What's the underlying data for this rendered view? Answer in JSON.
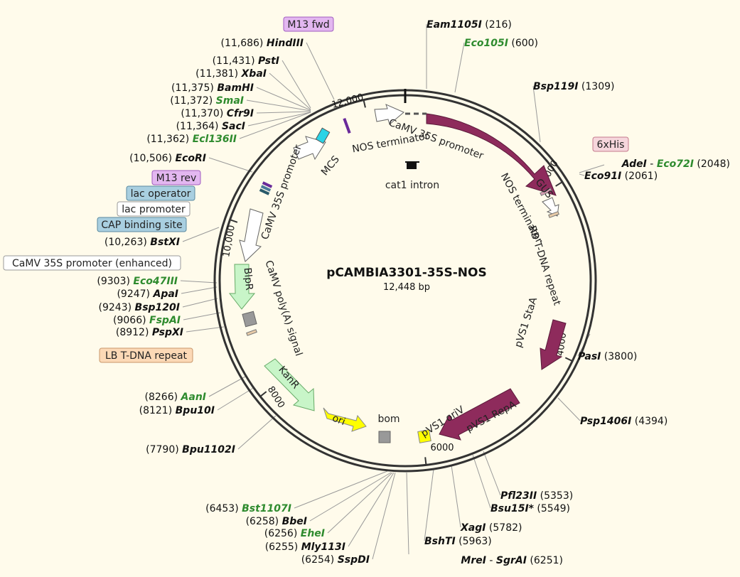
{
  "title": "pCAMBIA3301-35S-NOS",
  "subtitle": "12,448 bp",
  "total_bp": 12448,
  "colors": {
    "background": "#fffbeb",
    "maroon": "#8e2b5c",
    "green": "#2e8b2e",
    "yellow": "#ffff00",
    "mint": "#c8f5c8",
    "grey": "#999999",
    "cyan": "#29d3e6"
  },
  "ticks": [
    {
      "bp": 2000,
      "label": "2000"
    },
    {
      "bp": 4000,
      "label": "4000"
    },
    {
      "bp": 6000,
      "label": "6000"
    },
    {
      "bp": 8000,
      "label": "8000"
    },
    {
      "bp": 10000,
      "label": "10,000"
    },
    {
      "bp": 12000,
      "label": "12,000"
    }
  ],
  "feature_labels": [
    {
      "text": "CaMV 35S promoter",
      "rotate": 20
    },
    {
      "text": "GUS",
      "rotate": 52
    },
    {
      "text": "NOS terminator",
      "rotate": 62
    },
    {
      "text": "RB T-DNA repeat",
      "rotate": 72
    },
    {
      "text": "pVS1 StaA",
      "rotate": -72
    },
    {
      "text": "pVS1 RepA",
      "rotate": -28
    },
    {
      "text": "pVS1 oriV",
      "rotate": -32
    },
    {
      "text": "bom",
      "rotate": 0
    },
    {
      "text": "ori",
      "rotate": 22
    },
    {
      "text": "KanR",
      "rotate": 50
    },
    {
      "text": "CaMV poly(A) signal",
      "rotate": 72
    },
    {
      "text": "BlpR",
      "rotate": 85
    },
    {
      "text": "CaMV 35S promoter",
      "rotate": -70
    },
    {
      "text": "MCS",
      "rotate": -50
    },
    {
      "text": "NOS terminator",
      "rotate": -10
    },
    {
      "text": "cat1 intron",
      "rotate": 0
    }
  ],
  "boxed_labels": [
    {
      "text": "M13 fwd",
      "style": "violet"
    },
    {
      "text": "6xHis",
      "style": "pink"
    },
    {
      "text": "M13 rev",
      "style": "violet"
    },
    {
      "text": "lac operator",
      "style": "steel"
    },
    {
      "text": "lac promoter",
      "style": "white"
    },
    {
      "text": "CAP binding site",
      "style": "steel"
    },
    {
      "text": "CaMV 35S promoter (enhanced)",
      "style": "white"
    },
    {
      "text": "LB T-DNA repeat",
      "style": "peach"
    }
  ],
  "enzyme_sites": [
    {
      "name": "HindIII",
      "pos": "(11,686)",
      "color": "black"
    },
    {
      "name": "PstI",
      "pos": "(11,431)",
      "color": "black"
    },
    {
      "name": "XbaI",
      "pos": "(11,381)",
      "color": "black"
    },
    {
      "name": "BamHI",
      "pos": "(11,375)",
      "color": "black"
    },
    {
      "name": "SmaI",
      "pos": "(11,372)",
      "color": "green"
    },
    {
      "name": "Cfr9I",
      "pos": "(11,370)",
      "color": "black"
    },
    {
      "name": "SacI",
      "pos": "(11,364)",
      "color": "black"
    },
    {
      "name": "Ecl136II",
      "pos": "(11,362)",
      "color": "green"
    },
    {
      "name": "EcoRI",
      "pos": "(10,506)",
      "color": "black"
    },
    {
      "name": "BstXI",
      "pos": "(10,263)",
      "color": "black"
    },
    {
      "name": "Eco47III",
      "pos": "(9303)",
      "color": "green"
    },
    {
      "name": "ApaI",
      "pos": "(9247)",
      "color": "black"
    },
    {
      "name": "Bsp120I",
      "pos": "(9243)",
      "color": "black"
    },
    {
      "name": "FspAI",
      "pos": "(9066)",
      "color": "green"
    },
    {
      "name": "PspXI",
      "pos": "(8912)",
      "color": "black"
    },
    {
      "name": "AanI",
      "pos": "(8266)",
      "color": "green"
    },
    {
      "name": "Bpu10I",
      "pos": "(8121)",
      "color": "black"
    },
    {
      "name": "Bpu1102I",
      "pos": "(7790)",
      "color": "black"
    },
    {
      "name": "Bst1107I",
      "pos": "(6453)",
      "color": "green"
    },
    {
      "name": "BbeI",
      "pos": "(6258)",
      "color": "black"
    },
    {
      "name": "EheI",
      "pos": "(6256)",
      "color": "green"
    },
    {
      "name": "Mly113I",
      "pos": "(6255)",
      "color": "black"
    },
    {
      "name": "SspDI",
      "pos": "(6254)",
      "color": "black"
    },
    {
      "name": "Eam1105I",
      "pos": "(216)",
      "color": "black"
    },
    {
      "name": "Eco105I",
      "pos": "(600)",
      "color": "green"
    },
    {
      "name": "Bsp119I",
      "pos": "(1309)",
      "color": "black"
    },
    {
      "name": "Eco91I",
      "pos": "(2061)",
      "color": "black"
    },
    {
      "name": "PasI",
      "pos": "(3800)",
      "color": "black"
    },
    {
      "name": "Psp1406I",
      "pos": "(4394)",
      "color": "black"
    },
    {
      "name": "Pfl23II",
      "pos": "(5353)",
      "color": "black"
    },
    {
      "name": "Bsu15I*",
      "pos": "(5549)",
      "color": "black"
    },
    {
      "name": "XagI",
      "pos": "(5782)",
      "color": "black"
    },
    {
      "name": "BshTI",
      "pos": "(5963)",
      "color": "black"
    }
  ],
  "combo_sites": [
    {
      "a": "AdeI",
      "a_color": "black",
      "sep": " - ",
      "b": "Eco72I",
      "b_color": "green",
      "pos": "(2048)"
    },
    {
      "a": "MreI",
      "a_color": "black",
      "sep": " - ",
      "b": "SgrAI",
      "b_color": "black",
      "pos": "(6251)"
    }
  ]
}
